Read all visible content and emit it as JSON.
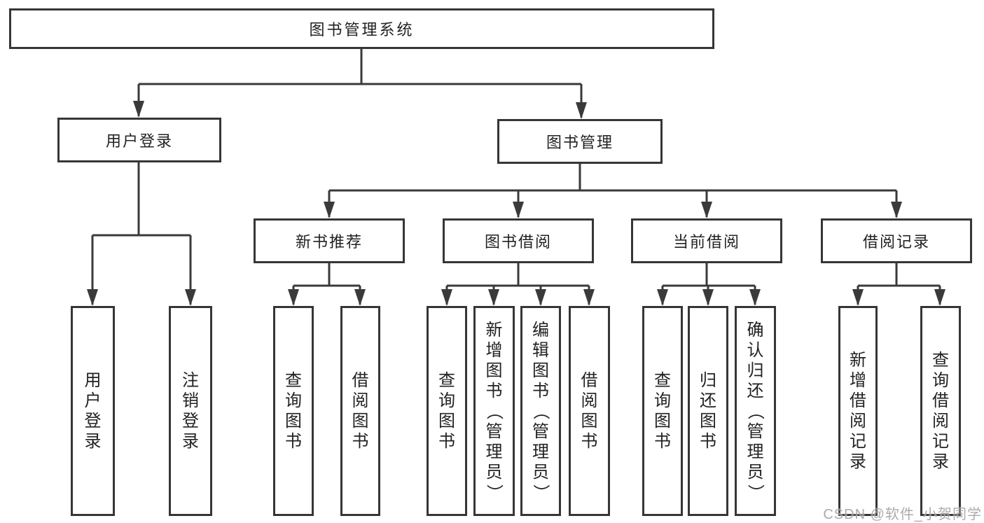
{
  "diagram": {
    "root": {
      "label": "图书管理系统"
    },
    "branches": [
      {
        "label": "用户登录",
        "leaves": [
          {
            "label": "用户登录"
          },
          {
            "label": "注销登录"
          }
        ]
      },
      {
        "label": "图书管理",
        "groups": [
          {
            "label": "新书推荐",
            "leaves": [
              {
                "label": "查询图书"
              },
              {
                "label": "借阅图书"
              }
            ]
          },
          {
            "label": "图书借阅",
            "leaves": [
              {
                "label": "查询图书"
              },
              {
                "label": "新增图书（管理员）"
              },
              {
                "label": "编辑图书（管理员）"
              },
              {
                "label": "借阅图书"
              }
            ]
          },
          {
            "label": "当前借阅",
            "leaves": [
              {
                "label": "查询图书"
              },
              {
                "label": "归还图书"
              },
              {
                "label": "确认归还（管理员）"
              }
            ]
          },
          {
            "label": "借阅记录",
            "leaves": [
              {
                "label": "新增借阅记录"
              },
              {
                "label": "查询借阅记录"
              }
            ]
          }
        ]
      }
    ]
  },
  "watermark": {
    "text": "CSDN @软件_小贺同学"
  },
  "colors": {
    "line": "#3a3a3a",
    "box_border": "#363636",
    "text": "#222222",
    "watermark": "#a0a0a0",
    "background": "#ffffff"
  }
}
